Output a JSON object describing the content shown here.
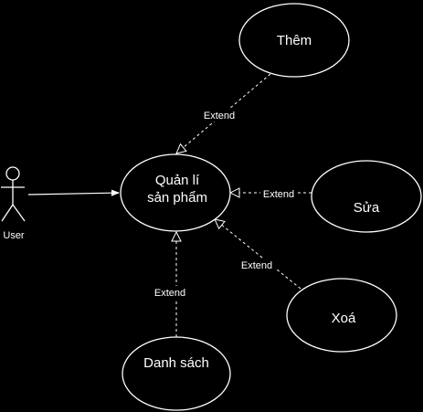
{
  "diagram": {
    "type": "use-case",
    "actor": {
      "label": "User"
    },
    "main_use_case": {
      "line1": "Quản lí",
      "line2": "sản phẩm"
    },
    "use_cases": {
      "add": "Thêm",
      "edit": "Sửa",
      "delete": "Xoá",
      "list": "Danh sách"
    },
    "relation_label": "Extend",
    "colors": {
      "background": "#000000",
      "stroke": "#ffffff",
      "fill": "#000000",
      "text": "#ffffff"
    }
  }
}
